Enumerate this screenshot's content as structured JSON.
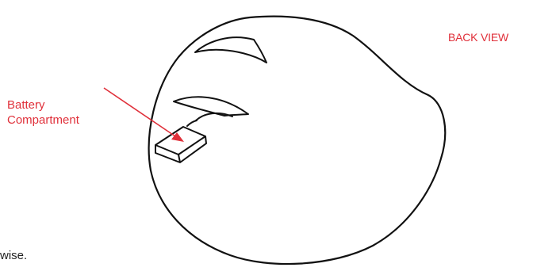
{
  "diagram": {
    "view_label": "BACK VIEW",
    "callout": {
      "line1": "Battery",
      "line2": "Compartment"
    },
    "cut_off_text": "wise."
  },
  "colors": {
    "annotation": "#e0303a",
    "outline": "#111111",
    "text": "#222222"
  }
}
